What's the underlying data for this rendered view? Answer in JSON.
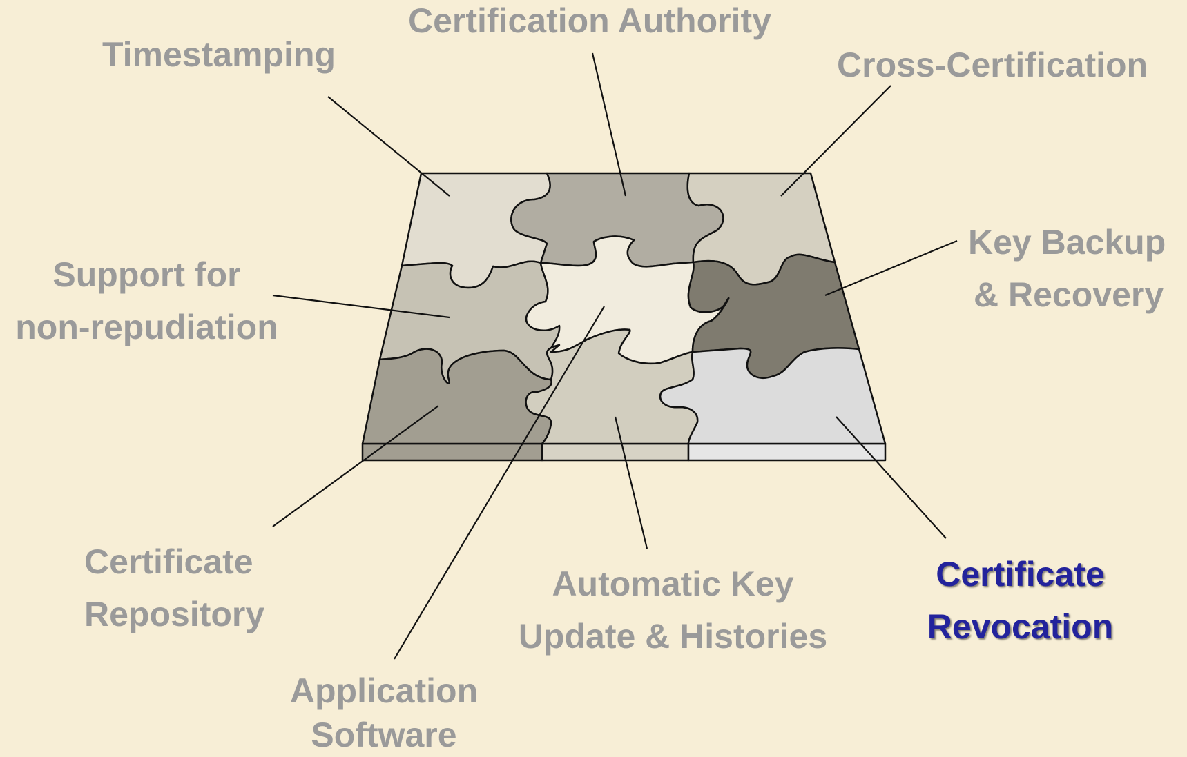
{
  "puzzle": {
    "pieces": [
      {
        "name": "timestamping",
        "color": "#e2ddd0"
      },
      {
        "name": "certification-authority",
        "color": "#b1ada2"
      },
      {
        "name": "cross-certification",
        "color": "#d5d0c1"
      },
      {
        "name": "non-repudiation",
        "color": "#c6c2b4"
      },
      {
        "name": "application-software",
        "color": "#f1ecde"
      },
      {
        "name": "key-backup",
        "color": "#7f7b6f"
      },
      {
        "name": "certificate-repository",
        "color": "#a29e91"
      },
      {
        "name": "automatic-key-update",
        "color": "#d2cebf"
      },
      {
        "name": "certificate-revocation",
        "color": "#dcdcdc"
      }
    ],
    "edge_colors": [
      "#a29e91",
      "#d7d3c5",
      "#e6e6e6"
    ]
  },
  "labels": {
    "certification_authority": [
      "Certification Authority"
    ],
    "timestamping": [
      "Timestamping"
    ],
    "cross_certification": [
      "Cross-Certification"
    ],
    "key_backup": [
      "Key Backup",
      "& Recovery"
    ],
    "non_repudiation": [
      "Support for",
      "non-repudiation"
    ],
    "certificate_repository": [
      "Certificate",
      "Repository"
    ],
    "automatic_key_update": [
      "Automatic Key",
      "Update & Histories"
    ],
    "application_software": [
      "Application",
      "Software"
    ],
    "certificate_revocation": [
      "Certificate",
      "Revocation"
    ]
  },
  "colors": {
    "background": "#f7eed6",
    "label_default": "#9a9a9a",
    "label_active": "#23239c"
  },
  "active_label": "certificate_revocation"
}
